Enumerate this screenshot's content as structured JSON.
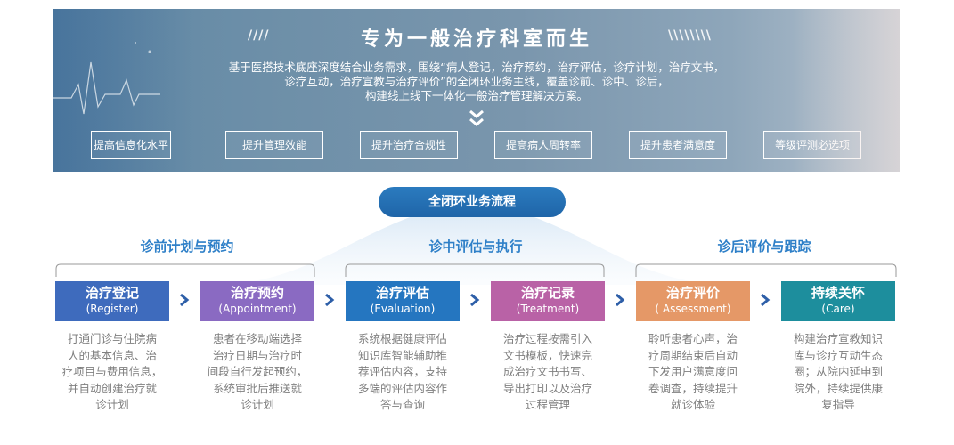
{
  "banner": {
    "title": "专为一般治疗科室而生",
    "intro_lines": [
      "基于医搭技术底座深度结合业务需求，围绕“病人登记，治疗预约，治疗评估，诊疗计划，治疗文书，",
      "诊疗互动，治疗宣教与治疗评价”的全闭环业务主线，覆盖诊前、诊中、诊后，",
      "构建线上线下一体化一般治疗管理解决方案。"
    ],
    "tags": [
      "提高信息化水平",
      "提升管理效能",
      "提升治疗合规性",
      "提高病人周转率",
      "提升患者满意度",
      "等级评测必选项"
    ]
  },
  "process": {
    "label": "全闭环业务流程",
    "phases": [
      "诊前计划与预约",
      "诊中评估与执行",
      "诊后评价与跟踪"
    ],
    "steps": [
      {
        "name": "治疗登记",
        "en": "(Register)",
        "color": "#3e6bbd",
        "desc": [
          "打通门诊与住院病",
          "人的基本信息、治",
          "疗项目与费用信息，",
          "并自动创建治疗就",
          "诊计划"
        ]
      },
      {
        "name": "治疗预约",
        "en": "(Appointment)",
        "color": "#8a6ac2",
        "desc": [
          "患者在移动端选择",
          "治疗日期与治疗时",
          "间段自行发起预约，",
          "系统审批后推送就",
          "诊计划"
        ]
      },
      {
        "name": "治疗评估",
        "en": "(Evaluation)",
        "color": "#2576c0",
        "desc": [
          "系统根据健康评估",
          "知识库智能辅助推",
          "荐评估内容，支持",
          "多端的评估内容作",
          "答与查询"
        ]
      },
      {
        "name": "治疗记录",
        "en": "(Treatment)",
        "color": "#b962a6",
        "desc": [
          "治疗过程按需引入",
          "文书模板，快速完",
          "成治疗文书书写、",
          "导出打印以及治疗",
          "过程管理"
        ]
      },
      {
        "name": "治疗评价",
        "en": "( Assessment)",
        "color": "#e59867",
        "desc": [
          "聆听患者心声，治",
          "疗周期结束后自动",
          "下发用户满意度问",
          "卷调查，持续提升",
          "就诊体验"
        ]
      },
      {
        "name": "持续关怀",
        "en": "(Care)",
        "color": "#1d8e9d",
        "desc": [
          "构建治疗宣教知识",
          "库与诊疗互动生态",
          "圈；从院内延申到",
          "院外，持续提供康",
          "复指导"
        ]
      }
    ]
  }
}
